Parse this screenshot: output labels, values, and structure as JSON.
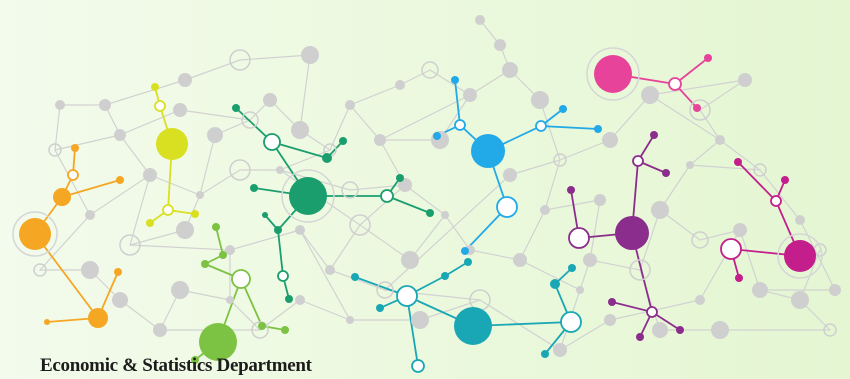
{
  "banner": {
    "title": "Economic & Statistics Department"
  },
  "colors": {
    "background_light": "#f3fbec",
    "background_dark": "#e4f6d2",
    "grey_node": "#cfcfcf",
    "grey_link": "#d2d2d2",
    "orange": "#f5a623",
    "yellow": "#d9e021",
    "green": "#1b9e6e",
    "light_green": "#7cc243",
    "blue": "#22a9e8",
    "teal": "#1aa7b5",
    "pink": "#e8439a",
    "purple": "#8b2d8c",
    "magenta": "#c41e8c"
  },
  "clusters": [
    {
      "name": "orange-cluster",
      "color": "orange"
    },
    {
      "name": "yellow-cluster",
      "color": "yellow"
    },
    {
      "name": "green-cluster",
      "color": "green"
    },
    {
      "name": "light-green-cluster",
      "color": "light_green"
    },
    {
      "name": "blue-cluster",
      "color": "blue"
    },
    {
      "name": "teal-cluster",
      "color": "teal"
    },
    {
      "name": "pink-cluster",
      "color": "pink"
    },
    {
      "name": "purple-cluster",
      "color": "purple"
    },
    {
      "name": "magenta-cluster",
      "color": "magenta"
    }
  ]
}
